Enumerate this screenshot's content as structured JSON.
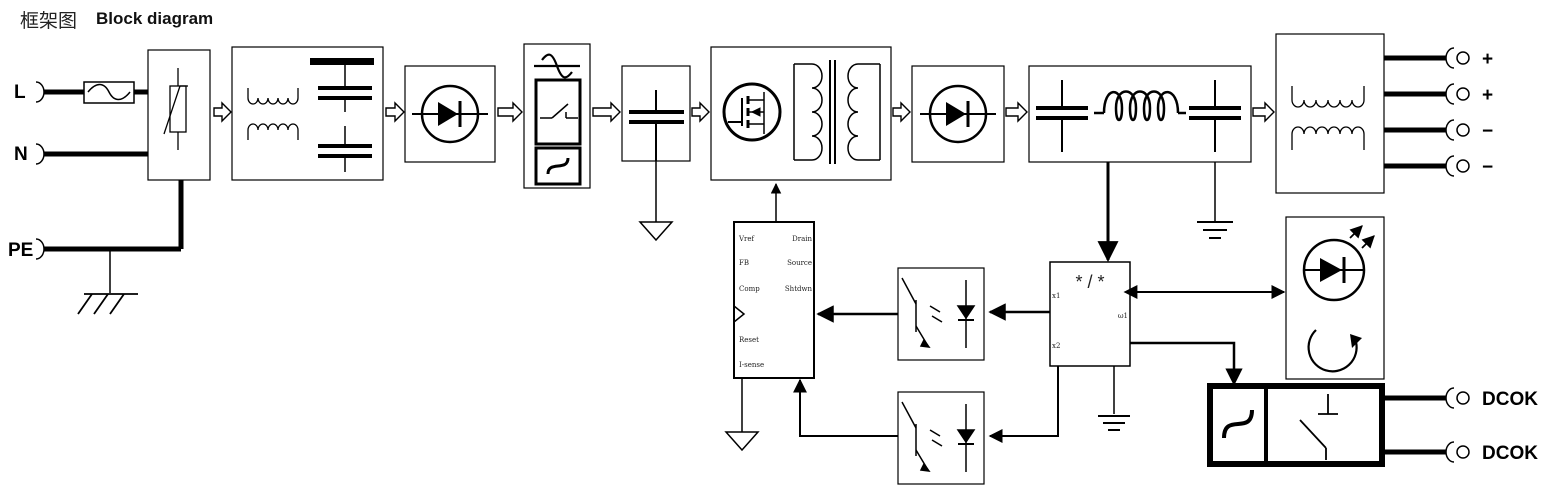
{
  "title": {
    "cn": "框架图",
    "en": "Block diagram"
  },
  "inputs": {
    "line": "L",
    "neutral": "N",
    "earth": "PE"
  },
  "outputs": {
    "plus1": "+",
    "plus2": "+",
    "minus1": "−",
    "minus2": "−",
    "dcok1": "DCOK",
    "dcok2": "DCOK"
  },
  "controller": {
    "vref": "Vref",
    "fb": "FB",
    "comp": "Comp",
    "reset": "Reset",
    "isense": "I-sense",
    "drain": "Drain",
    "source": "Source",
    "shtdwn": "Shtdwn"
  },
  "multiplier": {
    "symbol": "* / *",
    "x1": "x1",
    "x2": "x2",
    "w1": "ω1"
  }
}
